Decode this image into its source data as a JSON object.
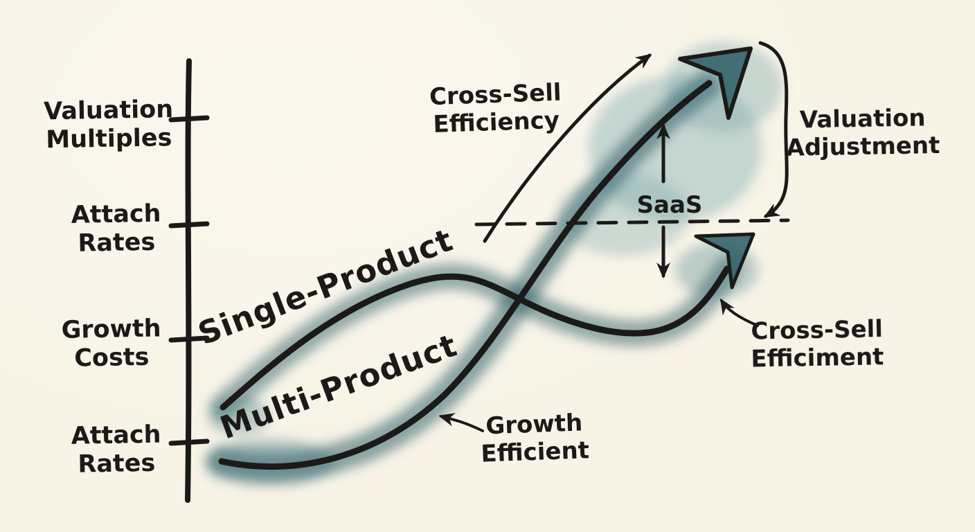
{
  "colors": {
    "background": "#f8f3e6",
    "ink": "#1b1a18",
    "teal": "#2f6169",
    "teal_soft": "#7fa9ad"
  },
  "axis": {
    "labels": [
      {
        "line1": "Valuation",
        "line2": "Multiples"
      },
      {
        "line1": "Attach",
        "line2": "Rates"
      },
      {
        "line1": "Growth",
        "line2": "Costs"
      },
      {
        "line1": "Attach",
        "line2": "Rates"
      }
    ]
  },
  "curves": {
    "single": {
      "label": "Single-Product"
    },
    "multi": {
      "label": "Multi-Product"
    }
  },
  "annotations": {
    "cross_sell_efficiency": {
      "line1": "Cross-Sell",
      "line2": "Efficiency"
    },
    "saas": {
      "label": "SaaS"
    },
    "valuation_adjustment": {
      "line1": "Valuation",
      "line2": "Adjustment"
    },
    "cross_sell_efficiment": {
      "line1": "Cross-Sell",
      "line2": "Efficiment"
    },
    "growth_efficient": {
      "line1": "Growth",
      "line2": "Efficient"
    }
  }
}
